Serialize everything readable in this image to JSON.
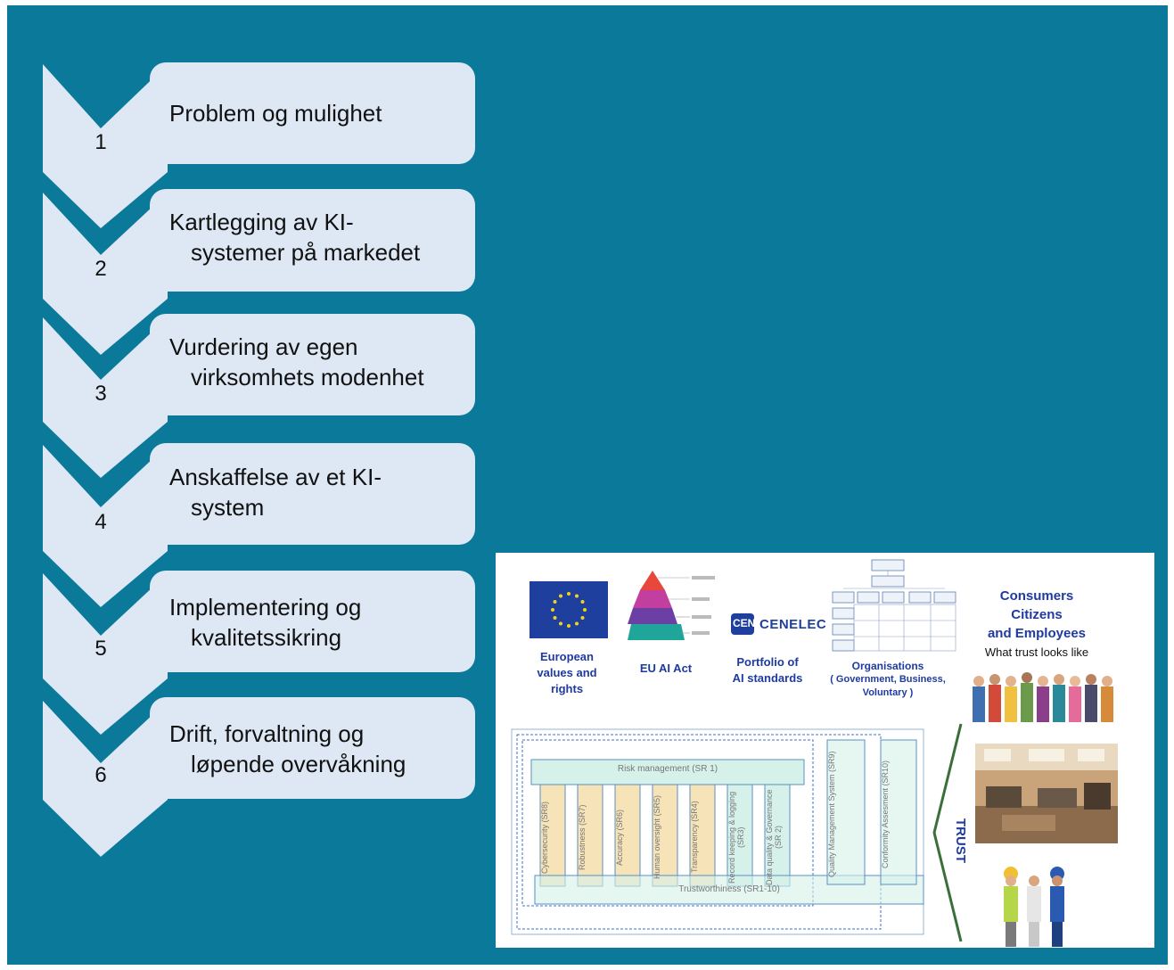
{
  "steps": [
    {
      "number": "1",
      "line1": "Problem og mulighet",
      "line2": ""
    },
    {
      "number": "2",
      "line1": "Kartlegging av KI-",
      "line2": "systemer på markedet"
    },
    {
      "number": "3",
      "line1": "Vurdering av egen",
      "line2": "virksomhets modenhet"
    },
    {
      "number": "4",
      "line1": "Anskaffelse av et KI-",
      "line2": "system"
    },
    {
      "number": "5",
      "line1": "Implementering og",
      "line2": "kvalitetssikring"
    },
    {
      "number": "6",
      "line1": "Drift, forvaltning og",
      "line2": "løpende overvåkning"
    }
  ],
  "figure": {
    "european": [
      "European",
      "values and",
      "rights"
    ],
    "ai_act": "EU AI Act",
    "cen_logo": "CEN",
    "cenelec_logo": "CENELEC",
    "portfolio": [
      "Portfolio of",
      "AI standards"
    ],
    "organisations": [
      "Organisations",
      "( Government, Business,",
      "Voluntary )"
    ],
    "consumers": [
      "Consumers",
      "Citizens",
      "and Employees"
    ],
    "trust_looks": "What trust looks like",
    "trust": "TRUST",
    "risk_management": "Risk management (SR 1)",
    "trustworthiness": "Trustworthiness (SR1-10)",
    "columns": [
      "Cybersecurity (SR8)",
      "Robustness (SR7)",
      "Accuracy (SR6)",
      "Human oversight (SR5)",
      "Transparency (SR4)",
      "Record keeping & logging (SR3)",
      "Data quality & Governance (SR 2)"
    ],
    "qms": "Quality Management System (SR9)",
    "conformity": "Conformity Assesment (SR10)"
  },
  "colors": {
    "background": "#0b7a9a",
    "step_box": "#dde8f4",
    "chevron": "#dde8f4",
    "figure_blue_text": "#1f3aa0",
    "pillar_orange": "#f6e3b8",
    "pillar_green": "#d6f1ea"
  }
}
